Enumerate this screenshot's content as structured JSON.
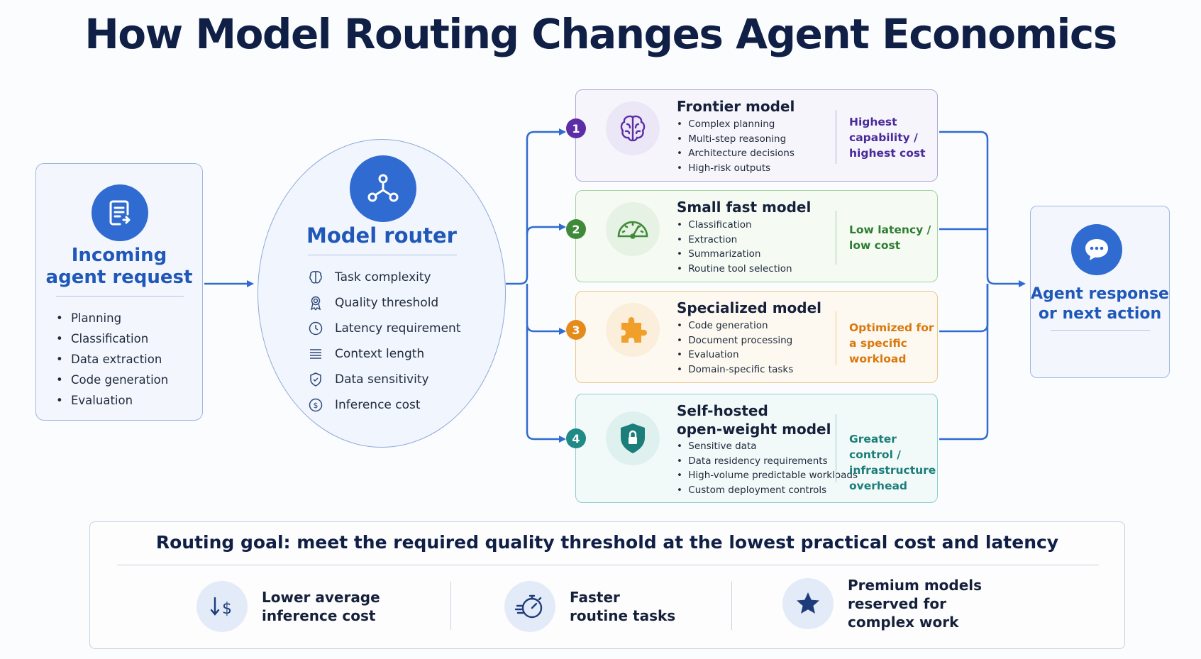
{
  "title": "How Model Routing Changes Agent Economics",
  "incoming": {
    "line1": "Incoming",
    "line2": "agent request",
    "items": [
      "Planning",
      "Classification",
      "Data extraction",
      "Code generation",
      "Evaluation"
    ]
  },
  "router": {
    "title": "Model router",
    "criteria": [
      "Task complexity",
      "Quality threshold",
      "Latency requirement",
      "Context length",
      "Data sensitivity",
      "Inference cost"
    ]
  },
  "models": [
    {
      "num": "1",
      "name": "Frontier model",
      "items": [
        "Complex planning",
        "Multi-step reasoning",
        "Architecture decisions",
        "High-risk outputs"
      ],
      "tradeoff": [
        "Highest",
        "capability /",
        "highest cost"
      ],
      "color": "#5b2ea6"
    },
    {
      "num": "2",
      "name": "Small fast model",
      "items": [
        "Classification",
        "Extraction",
        "Summarization",
        "Routine tool selection"
      ],
      "tradeoff": [
        "Low latency /",
        "low cost"
      ],
      "color": "#3f8a3a"
    },
    {
      "num": "3",
      "name": "Specialized model",
      "items": [
        "Code generation",
        "Document processing",
        "Evaluation",
        "Domain-specific tasks"
      ],
      "tradeoff": [
        "Optimized for",
        "a specific",
        "workload"
      ],
      "color": "#e48b1c"
    },
    {
      "num": "4",
      "name_line1": "Self-hosted",
      "name_line2": "open-weight model",
      "items": [
        "Sensitive data",
        "Data residency requirements",
        "High-volume predictable workloads",
        "Custom deployment controls"
      ],
      "tradeoff": [
        "Greater control /",
        "infrastructure",
        "overhead"
      ],
      "color": "#1f8a86"
    }
  ],
  "response": {
    "line1": "Agent response",
    "line2": "or next action"
  },
  "goal": {
    "title": "Routing goal: meet the required quality threshold at the lowest practical cost and latency",
    "benefits": [
      {
        "lines": [
          "Lower average",
          "inference cost"
        ],
        "icon": "dollar-down-icon"
      },
      {
        "lines": [
          "Faster",
          "routine tasks"
        ],
        "icon": "stopwatch-icon"
      },
      {
        "lines": [
          "Premium models",
          "reserved for",
          "complex work"
        ],
        "icon": "star-icon"
      }
    ]
  },
  "colors": {
    "primary": "#2f6bd0",
    "heading": "#0f1f45",
    "arrow": "#2f6bd0"
  }
}
